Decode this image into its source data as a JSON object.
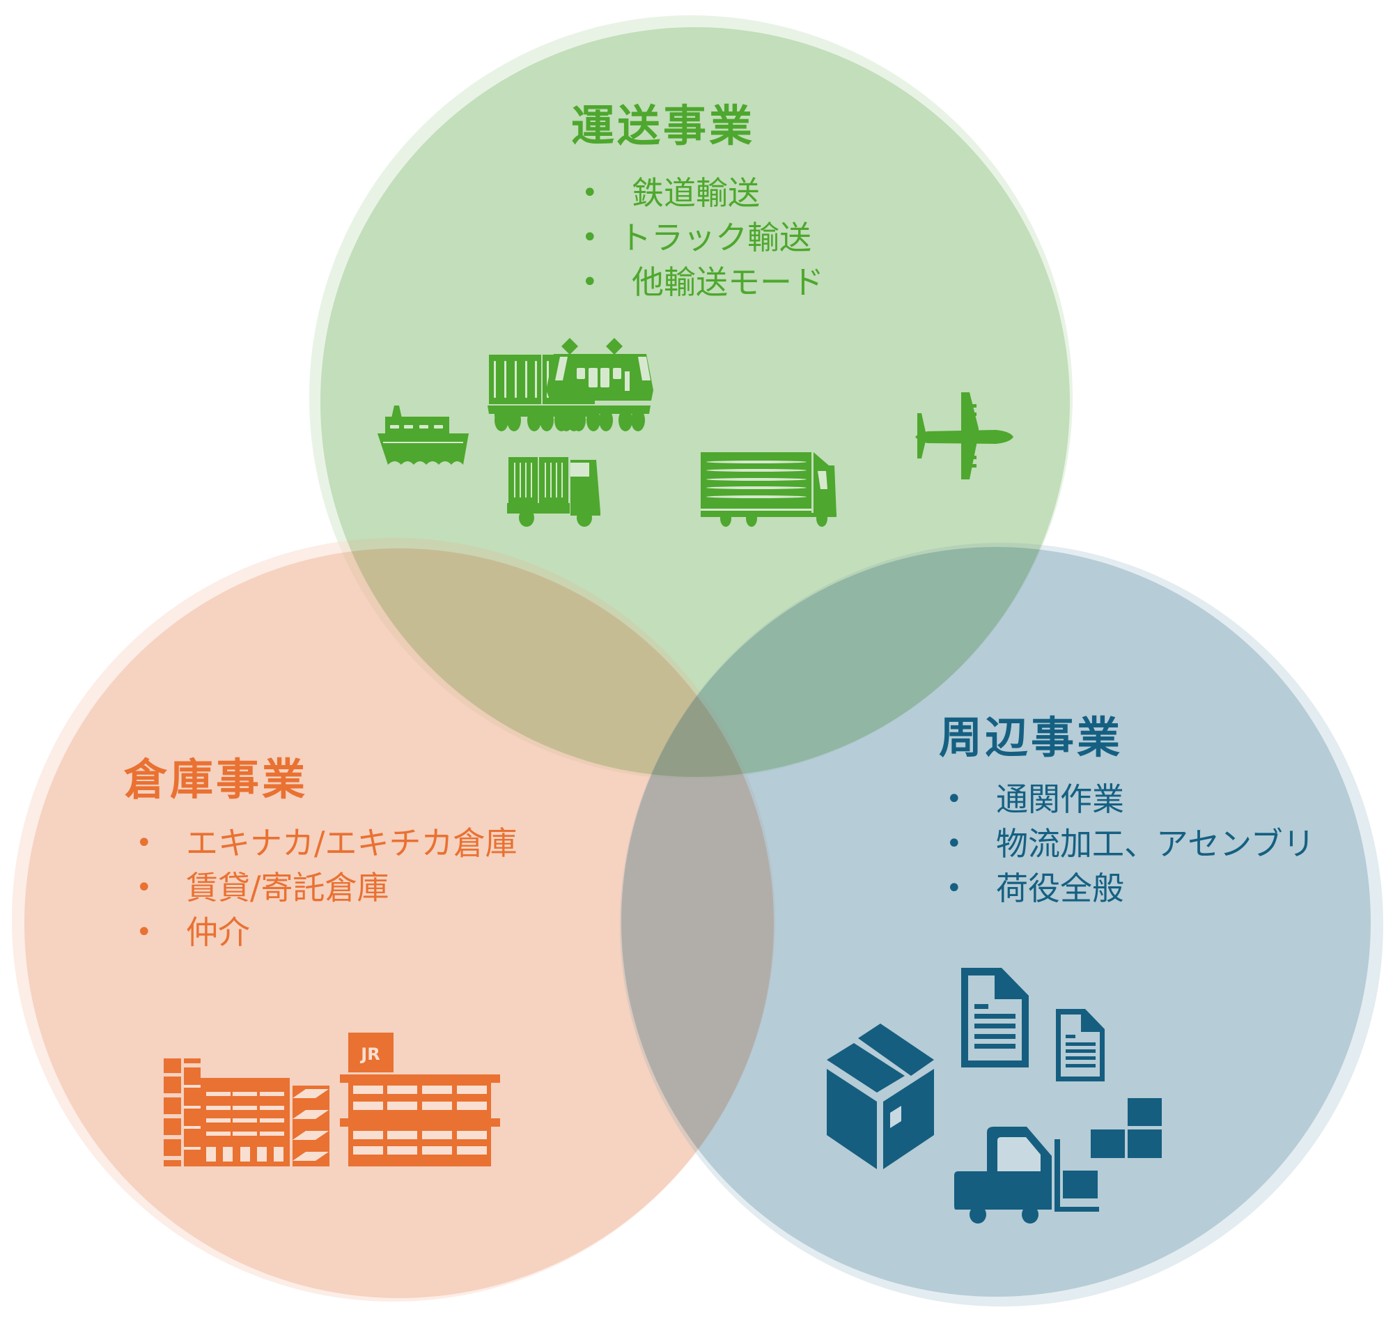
{
  "colors": {
    "transport_fill": "#d6e9cf",
    "transport_halo": "#e5f1e0",
    "transport_text": "#4ea72e",
    "warehouse_fill": "#f9dfd1",
    "warehouse_halo": "#fbebe2",
    "warehouse_text": "#e97132",
    "peripheral_fill": "#c8d9e1",
    "peripheral_halo": "#e3ecf0",
    "peripheral_text": "#156082"
  },
  "transport": {
    "title": "運送事業",
    "items": [
      "鉄道輸送",
      "トラック輸送",
      "他輸送モード"
    ],
    "icons": [
      "ship-icon",
      "freight-car-icon",
      "locomotive-icon",
      "airplane-icon",
      "container-truck-icon",
      "box-truck-icon"
    ]
  },
  "warehouse": {
    "title": "倉庫事業",
    "items": [
      "エキナカ/エキチカ倉庫",
      "賃貸/寄託倉庫",
      "仲介"
    ],
    "icons": [
      "warehouse-building-icon",
      "jr-station-icon"
    ],
    "station_logo": "JR"
  },
  "peripheral": {
    "title": "周辺事業",
    "items": [
      "通関作業",
      "物流加工、アセンブリ",
      "荷役全般"
    ],
    "icons": [
      "cardboard-box-icon",
      "document-icon",
      "document-small-icon",
      "forklift-icon",
      "stacked-boxes-icon"
    ]
  }
}
